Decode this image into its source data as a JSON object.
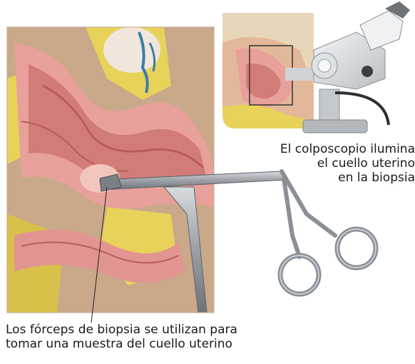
{
  "captions": {
    "colposcope": {
      "lines": [
        "El colposcopio ilumina",
        "el cuello uterino",
        "en la biopsia"
      ]
    },
    "forceps": {
      "lines": [
        "Los fórceps de biopsia se utilizan para",
        "tomar una muestra del cuello uterino"
      ]
    }
  },
  "colors": {
    "tissue_pink": "#e8a09a",
    "tissue_dark": "#b85c5a",
    "fat_yellow": "#e8d25a",
    "background_tan": "#c9a98a",
    "instrument_gray": "#9aa0a6",
    "colposcope_white": "#e6e8ea"
  }
}
